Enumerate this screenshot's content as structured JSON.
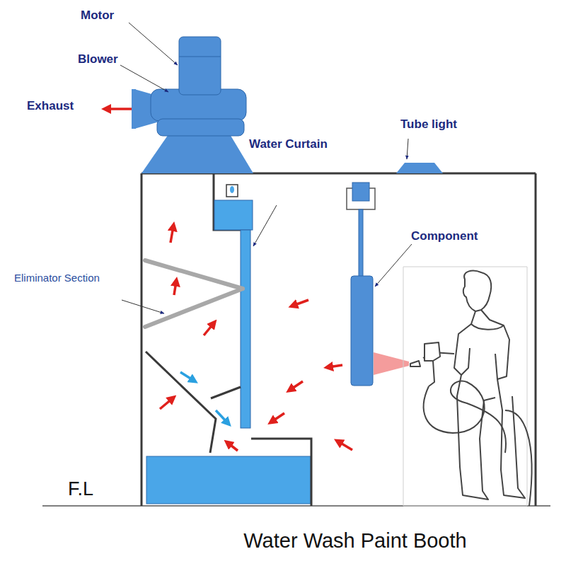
{
  "diagram": {
    "caption": "Water Wash Paint Booth",
    "labels": [
      "Motor",
      "Blower",
      "Exhaust",
      "Water Curtain",
      "Tube light",
      "Component",
      "Eliminator Section",
      "F.L"
    ]
  }
}
